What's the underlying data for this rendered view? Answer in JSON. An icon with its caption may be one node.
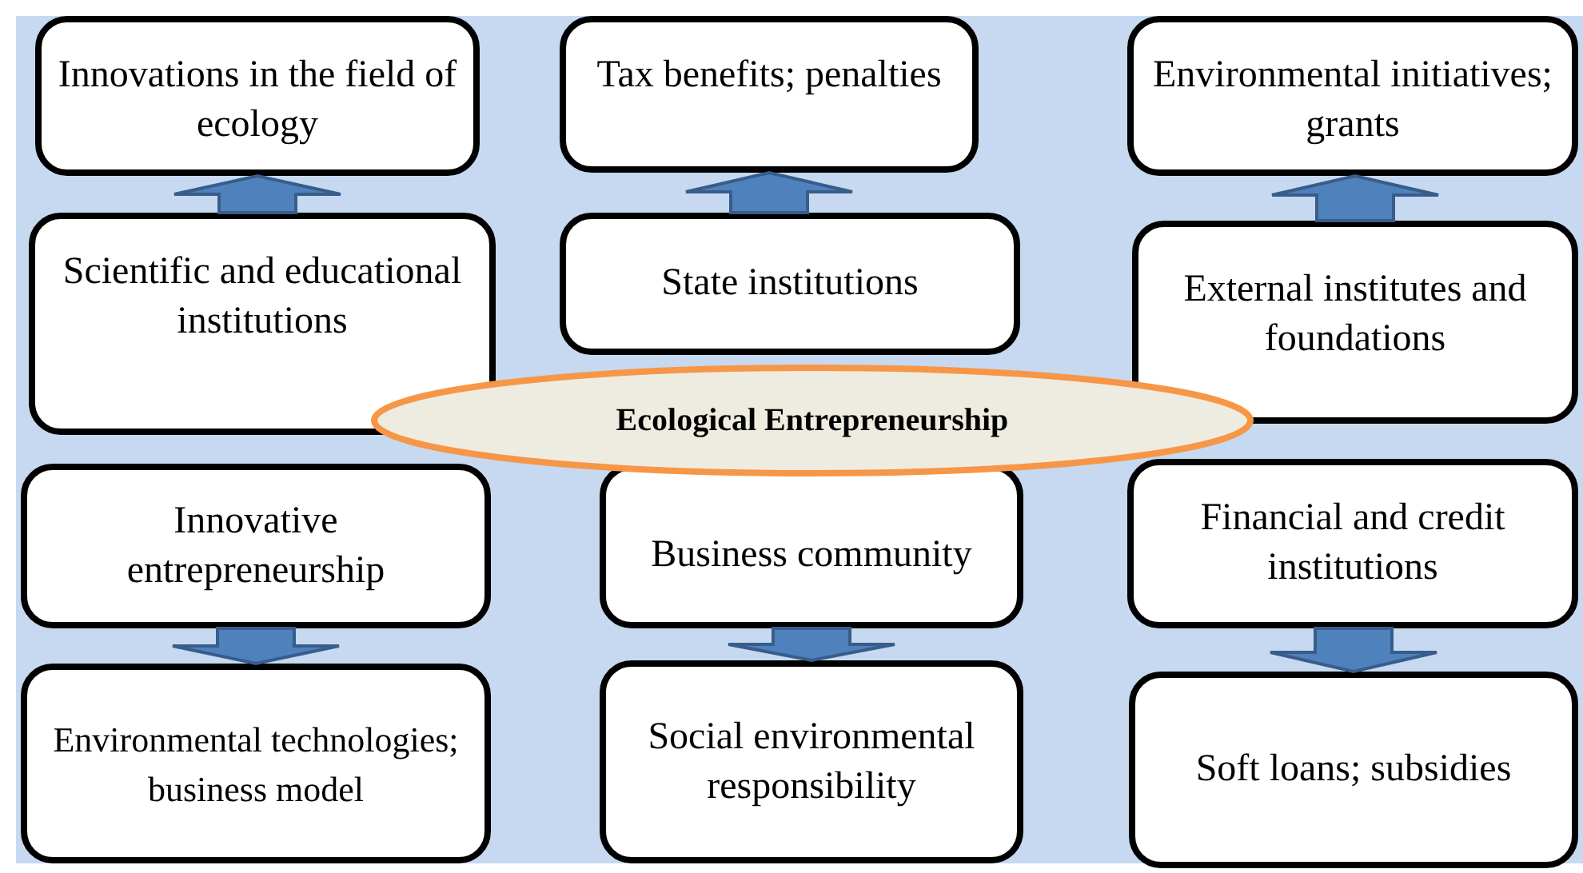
{
  "diagram": {
    "nodes": [
      {
        "text": [
          "Innovations in the field of ecology"
        ]
      },
      {
        "text": [
          "Tax benefits; penalties"
        ]
      },
      {
        "text": [
          "Environmental initiatives; grants"
        ]
      },
      {
        "text": [
          "Scientific and educational institutions"
        ]
      },
      {
        "text": [
          "State institutions"
        ]
      },
      {
        "text": [
          "External institutes and foundations"
        ]
      },
      {
        "text": [
          "Ecological Entrepreneurship"
        ]
      },
      {
        "text": [
          "Innovative entrepreneurship"
        ]
      },
      {
        "text": [
          "Business community"
        ]
      },
      {
        "text": [
          "Financial and credit institutions"
        ]
      },
      {
        "text": [
          "Environmental technologies; business model"
        ]
      },
      {
        "text": [
          "Social environmental responsibility"
        ]
      },
      {
        "text": [
          "Soft loans; subsidies"
        ]
      }
    ],
    "edges": [
      {
        "from": 3,
        "to": 0,
        "arrow": "to"
      },
      {
        "from": 4,
        "to": 1,
        "arrow": "to"
      },
      {
        "from": 5,
        "to": 2,
        "arrow": "to"
      },
      {
        "from": 7,
        "to": 10,
        "arrow": "to"
      },
      {
        "from": 8,
        "to": 11,
        "arrow": "to"
      },
      {
        "from": 9,
        "to": 12,
        "arrow": "to"
      }
    ]
  }
}
